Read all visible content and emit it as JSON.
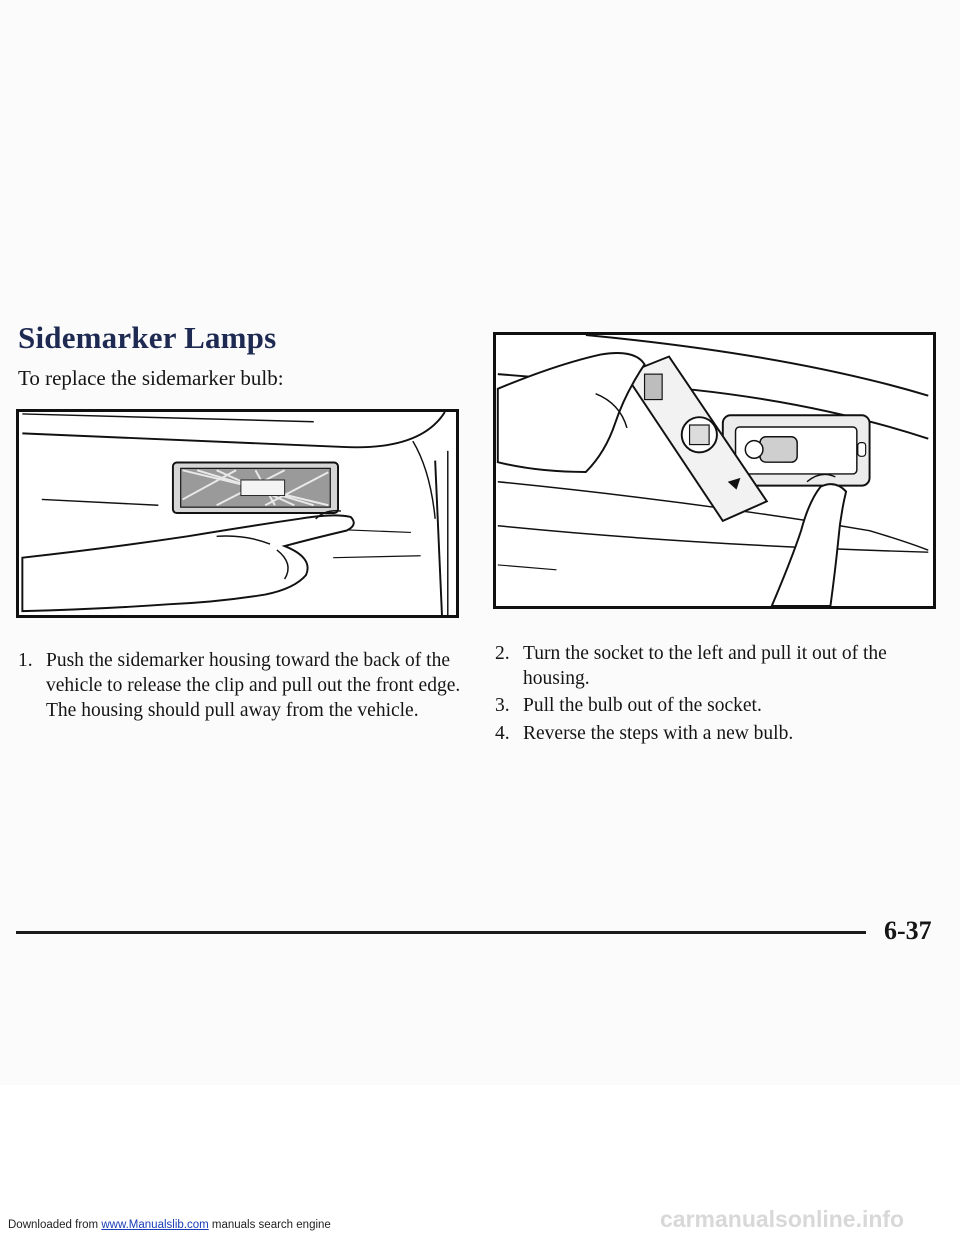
{
  "section": {
    "title": "Sidemarker Lamps",
    "intro": "To replace the sidemarker bulb:"
  },
  "steps": [
    {
      "number": "1.",
      "text": "Push the sidemarker housing toward the back of the vehicle to release the clip and pull out the front edge. The housing should pull away from the vehicle."
    },
    {
      "number": "2.",
      "text": "Turn the socket to the left and pull it out of the housing."
    },
    {
      "number": "3.",
      "text": "Pull the bulb out of the socket."
    },
    {
      "number": "4.",
      "text": "Reverse the steps with a new bulb."
    }
  ],
  "page_number": "6-37",
  "footer": {
    "prefix": "Downloaded from ",
    "link": "www.Manualslib.com",
    "suffix": " manuals search engine",
    "watermark": "carmanualsonline.info"
  }
}
